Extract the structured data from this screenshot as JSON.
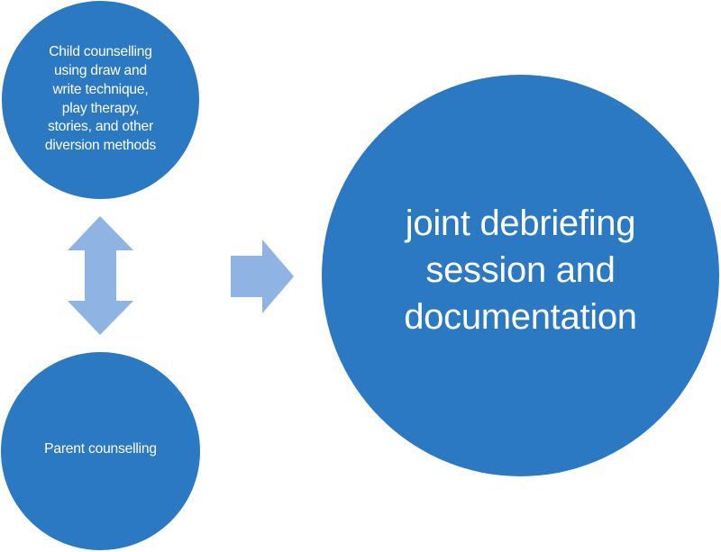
{
  "diagram": {
    "nodes": {
      "child_counselling": {
        "label": "Child counselling\nusing draw and\nwrite technique,\nplay therapy,\nstories, and other\ndiversion methods"
      },
      "parent_counselling": {
        "label": "Parent counselling"
      },
      "joint_debriefing": {
        "label": "joint debriefing\nsession and\ndocumentation"
      }
    },
    "edges": [
      {
        "from": "child_counselling",
        "to": "parent_counselling",
        "type": "bidirectional",
        "icon": "double-vertical-arrow-icon"
      },
      {
        "from": "child_counselling+parent_counselling",
        "to": "joint_debriefing",
        "type": "directional",
        "icon": "right-arrow-icon"
      }
    ],
    "colors": {
      "node_fill": "#2B79C2",
      "node_text": "#FFFFFF",
      "arrow_fill": "#8FB3E2",
      "background": "#FFFFFF"
    }
  }
}
